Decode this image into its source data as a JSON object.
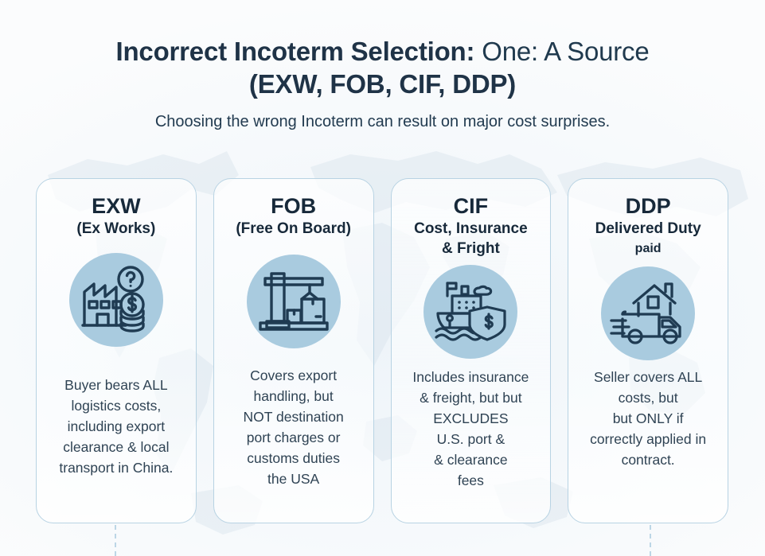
{
  "header": {
    "title_bold": "Incorrect Incoterm Selection:",
    "title_light": " One: A Source",
    "title_line2": "(EXW, FOB, CIF, DDP)",
    "subtitle": "Choosing the wrong Incoterm can result on major cost surprises."
  },
  "colors": {
    "page_background": "#f7fafc",
    "title_text": "#1f3347",
    "card_border": "#b8d3e3",
    "icon_circle": "#a9cbdf",
    "icon_stroke": "#1f3b52",
    "body_text": "#2f4354",
    "dashed_connector": "#bcd6e6"
  },
  "cards": [
    {
      "code": "EXW",
      "subtitle": "(Ex Works)",
      "icon": "factory-question-coins-icon",
      "body": "Buyer bears ALL\nlogistics costs,\nincluding export\nclearance & local\ntransport in China."
    },
    {
      "code": "FOB",
      "subtitle": "(Free On Board)",
      "icon": "port-crane-cargo-icon",
      "body": "Covers export\nhandling, but\nNOT destination\nport charges or\ncustoms duties\nthe USA"
    },
    {
      "code": "CIF",
      "subtitle": "Cost, Insurance",
      "subtitle2": "& Fright",
      "icon": "cargo-ship-insurance-shield-icon",
      "body": "Includes insurance\n& freight, but but\nEXCLUDES\nU.S. port &\n& clearance\nfees"
    },
    {
      "code": "DDP",
      "subtitle": "Delivered Duty",
      "subtitle2": "paid",
      "icon": "delivery-truck-house-icon",
      "body": "Seller covers ALL\ncosts, but\nbut ONLY if\ncorrectly applied in\ncontract."
    }
  ]
}
